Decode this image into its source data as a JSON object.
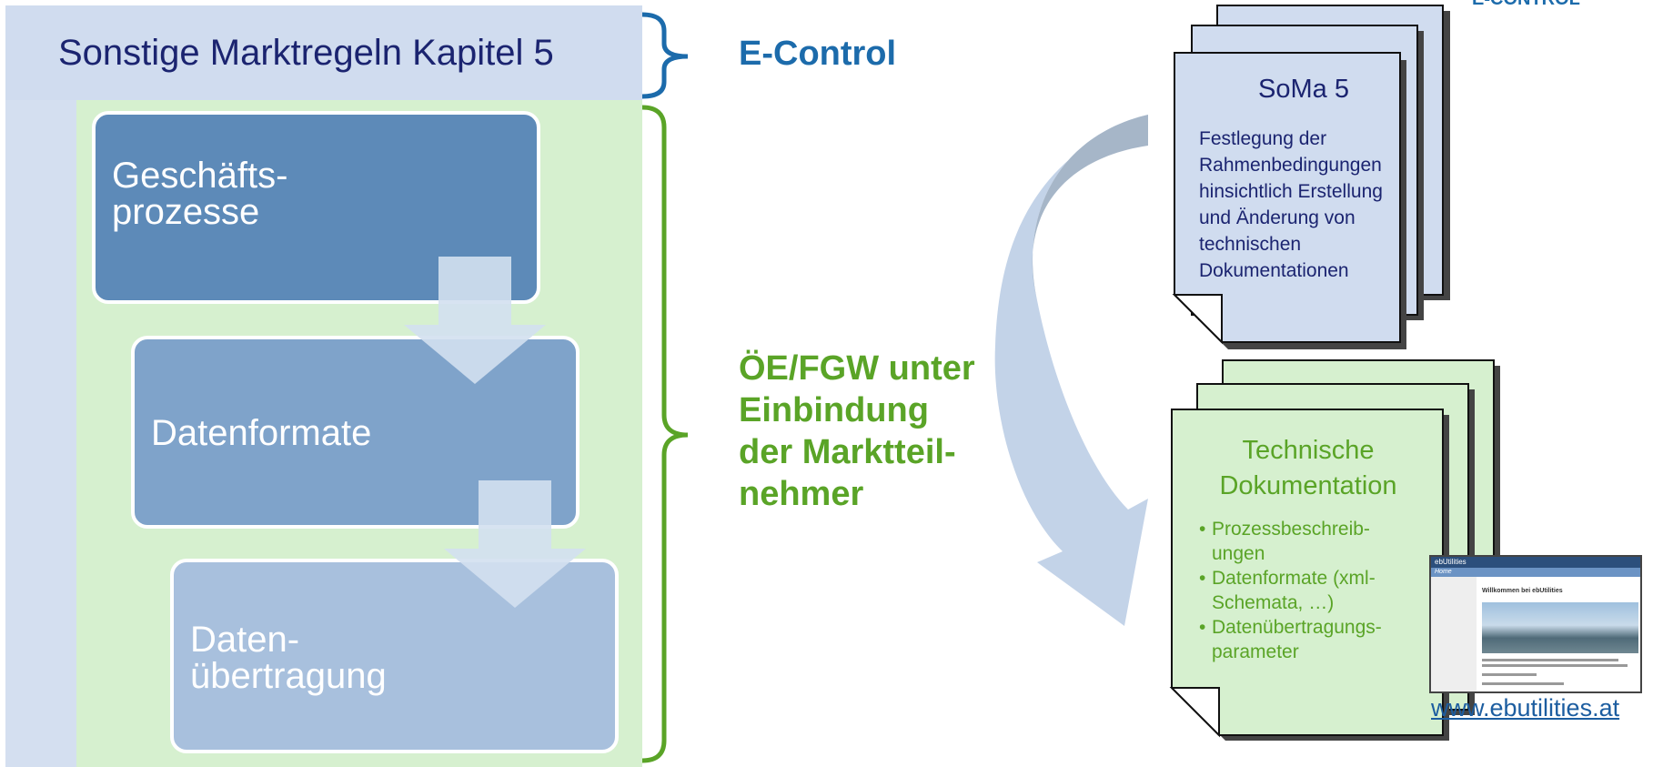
{
  "panel": {
    "title": "Sonstige Marktregeln Kapitel 5"
  },
  "process_steps": [
    {
      "line1": "Geschäfts-",
      "line2": "prozesse"
    },
    {
      "line1": "Datenformate",
      "line2": ""
    },
    {
      "line1": "Daten-",
      "line2": "übertragung"
    }
  ],
  "responsibles": {
    "econtrol": "E-Control",
    "oe_line1": "ÖE/FGW unter",
    "oe_line2": "Einbindung",
    "oe_line3": "der Marktteil-",
    "oe_line4": "nehmer"
  },
  "soma_doc": {
    "title": "SoMa 5",
    "description_lines": [
      "Festlegung der",
      "Rahmenbedingungen",
      "hinsichtlich Erstellung",
      "und Änderung von",
      "technischen",
      "Dokumentationen"
    ]
  },
  "tech_doc": {
    "title_line1": "Technische",
    "title_line2": "Dokumentation",
    "items": [
      {
        "line1": "Prozessbeschreib-",
        "line2": "ungen"
      },
      {
        "line1": "Datenformate (xml-",
        "line2": "Schemata, …)"
      },
      {
        "line1": "Datenübertragungs-",
        "line2": "parameter"
      }
    ]
  },
  "website": {
    "brand": "ebUtilities",
    "nav": "Home",
    "heading": "Willkommen bei ebUtilities",
    "url": "www.ebutilities.at"
  },
  "logo": {
    "text": "E-CONTROL"
  },
  "colors": {
    "brand_blue": "#1c6bab",
    "brand_green": "#5aa427",
    "dark_navy": "#1b2470",
    "box_dark": "#5d8ab8",
    "box_mid": "#7fa3ca",
    "box_light": "#a8c0dd"
  }
}
